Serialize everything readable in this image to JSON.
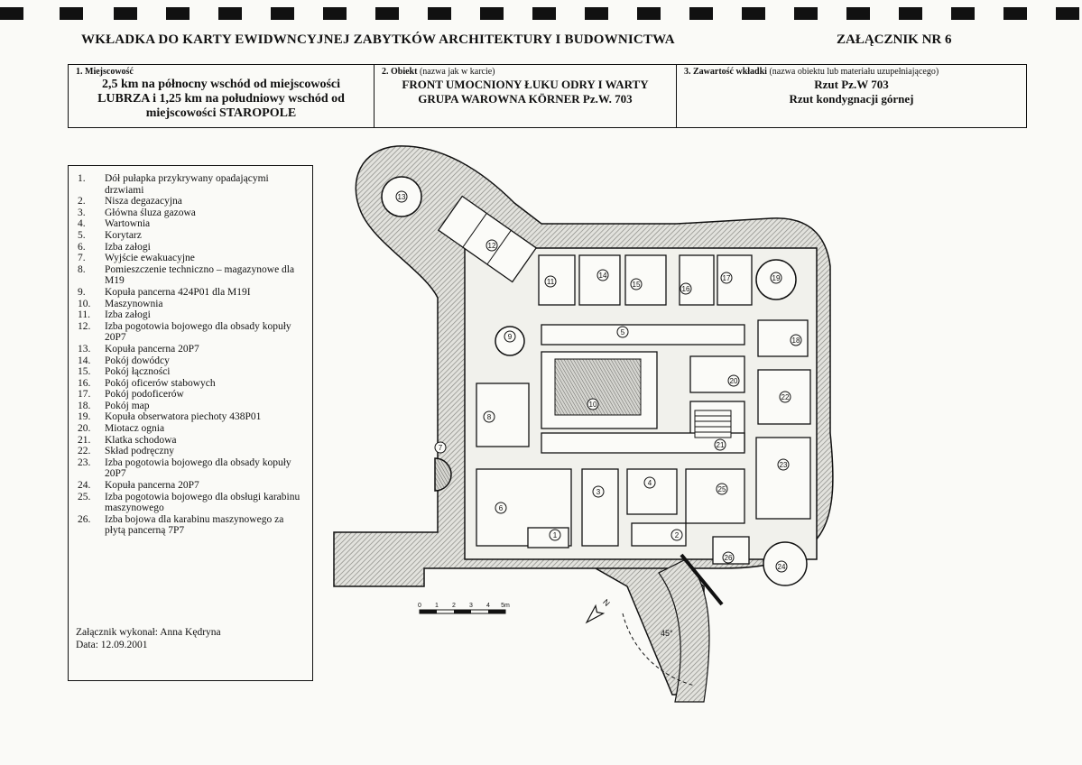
{
  "header": {
    "title": "WKŁADKA DO KARTY EWIDWNCYJNEJ ZABYTKÓW ARCHITEKTURY I BUDOWNICTWA",
    "annex": "ZAŁĄCZNIK NR 6"
  },
  "info": {
    "location": {
      "label_num": "1. Miejscowość",
      "value": "2,5 km na północny wschód od miejscowości LUBRZA i 1,25 km na południowy wschód od miejscowości STAROPOLE"
    },
    "object": {
      "label_num": "2. Obiekt",
      "label_note": "(nazwa jak w karcie)",
      "value_line1": "FRONT UMOCNIONY ŁUKU ODRY I WARTY",
      "value_line2": "GRUPA WAROWNA KÖRNER Pz.W. 703"
    },
    "contents": {
      "label_num": "3. Zawartość wkładki",
      "label_note": "(nazwa obiektu lub materiału uzupełniającego)",
      "value_line1": "Rzut Pz.W 703",
      "value_line2": "Rzut kondygnacji górnej"
    }
  },
  "legend": {
    "items": [
      {
        "n": "1.",
        "t": "Dół pułapka przykrywany opadającymi drzwiami"
      },
      {
        "n": "2.",
        "t": "Nisza degazacyjna"
      },
      {
        "n": "3.",
        "t": "Główna śluza gazowa"
      },
      {
        "n": "4.",
        "t": "Wartownia"
      },
      {
        "n": "5.",
        "t": "Korytarz"
      },
      {
        "n": "6.",
        "t": "Izba załogi"
      },
      {
        "n": "7.",
        "t": "Wyjście ewakuacyjne"
      },
      {
        "n": "8.",
        "t": "Pomieszczenie techniczno – magazynowe dla M19"
      },
      {
        "n": "9.",
        "t": "Kopuła pancerna 424P01 dla M19I"
      },
      {
        "n": "10.",
        "t": "Maszynownia"
      },
      {
        "n": "11.",
        "t": "Izba załogi"
      },
      {
        "n": "12.",
        "t": "Izba pogotowia bojowego dla obsady kopuły 20P7"
      },
      {
        "n": "13.",
        "t": "Kopuła pancerna 20P7"
      },
      {
        "n": "14.",
        "t": "Pokój dowódcy"
      },
      {
        "n": "15.",
        "t": "Pokój łączności"
      },
      {
        "n": "16.",
        "t": "Pokój oficerów stabowych"
      },
      {
        "n": "17.",
        "t": "Pokój podoficerów"
      },
      {
        "n": "18.",
        "t": "Pokój map"
      },
      {
        "n": "19.",
        "t": "Kopuła obserwatora piechoty 438P01"
      },
      {
        "n": "20.",
        "t": "Miotacz ognia"
      },
      {
        "n": "21.",
        "t": "Klatka schodowa"
      },
      {
        "n": "22.",
        "t": "Skład podręczny"
      },
      {
        "n": "23.",
        "t": "Izba pogotowia bojowego dla obsady kopuły 20P7"
      },
      {
        "n": "24.",
        "t": "Kopuła pancerna 20P7"
      },
      {
        "n": "25.",
        "t": "Izba pogotowia bojowego dla obsługi karabinu maszynowego"
      },
      {
        "n": "26.",
        "t": "Izba bojowa dla karabinu maszynowego za płytą pancerną 7P7"
      }
    ],
    "author": "Załącznik wykonał: Anna Kędryna",
    "date": "Data: 12.09.2001"
  },
  "plan": {
    "room_numbers": [
      "1",
      "2",
      "3",
      "4",
      "5",
      "6",
      "7",
      "8",
      "9",
      "10",
      "11",
      "12",
      "13",
      "14",
      "15",
      "16",
      "17",
      "18",
      "19",
      "20",
      "21",
      "22",
      "23",
      "24",
      "25",
      "26"
    ],
    "scale_ticks": [
      "0",
      "1",
      "2",
      "3",
      "4",
      "5m"
    ],
    "north_label": "N",
    "angle_label": "45°",
    "colors": {
      "ink": "#111111",
      "hatch": "#7a7a7a",
      "paper": "#fafaf7"
    }
  }
}
